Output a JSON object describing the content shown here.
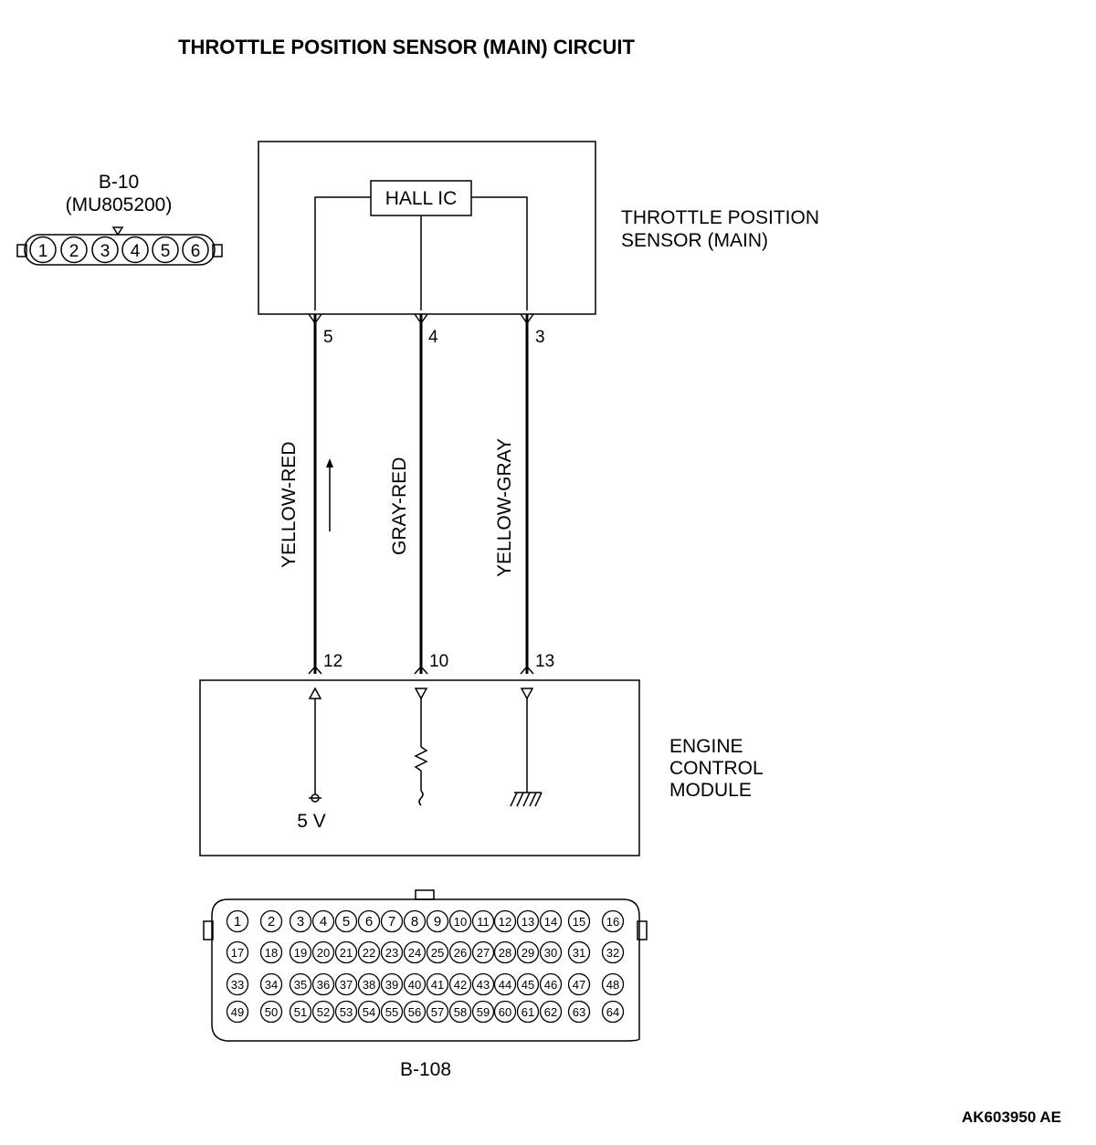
{
  "title": "THROTTLE POSITION SENSOR (MAIN) CIRCUIT",
  "connector_b10": {
    "id": "B-10",
    "part_no": "(MU805200)",
    "pins": [
      "1",
      "2",
      "3",
      "4",
      "5",
      "6"
    ]
  },
  "sensor": {
    "label_line1": "THROTTLE POSITION",
    "label_line2": "SENSOR (MAIN)",
    "ic_label": "HALL IC",
    "terminals": [
      "5",
      "4",
      "3"
    ]
  },
  "wires": [
    {
      "color": "YELLOW-RED",
      "sensor_pin": "5",
      "ecm_pin": "12"
    },
    {
      "color": "GRAY-RED",
      "sensor_pin": "4",
      "ecm_pin": "10"
    },
    {
      "color": "YELLOW-GRAY",
      "sensor_pin": "3",
      "ecm_pin": "13"
    }
  ],
  "ecm": {
    "label_line1": "ENGINE",
    "label_line2": "CONTROL",
    "label_line3": "MODULE",
    "supply": "5 V"
  },
  "connector_b108": {
    "id": "B-108",
    "rows": [
      [
        "1",
        "2",
        "3",
        "4",
        "5",
        "6",
        "7",
        "8",
        "9",
        "10",
        "11",
        "12",
        "13",
        "14",
        "15",
        "16"
      ],
      [
        "17",
        "18",
        "19",
        "20",
        "21",
        "22",
        "23",
        "24",
        "25",
        "26",
        "27",
        "28",
        "29",
        "30",
        "31",
        "32"
      ],
      [
        "33",
        "34",
        "35",
        "36",
        "37",
        "38",
        "39",
        "40",
        "41",
        "42",
        "43",
        "44",
        "45",
        "46",
        "47",
        "48"
      ],
      [
        "49",
        "50",
        "51",
        "52",
        "53",
        "54",
        "55",
        "56",
        "57",
        "58",
        "59",
        "60",
        "61",
        "62",
        "63",
        "64"
      ]
    ]
  },
  "figure_code": "AK603950 AE"
}
